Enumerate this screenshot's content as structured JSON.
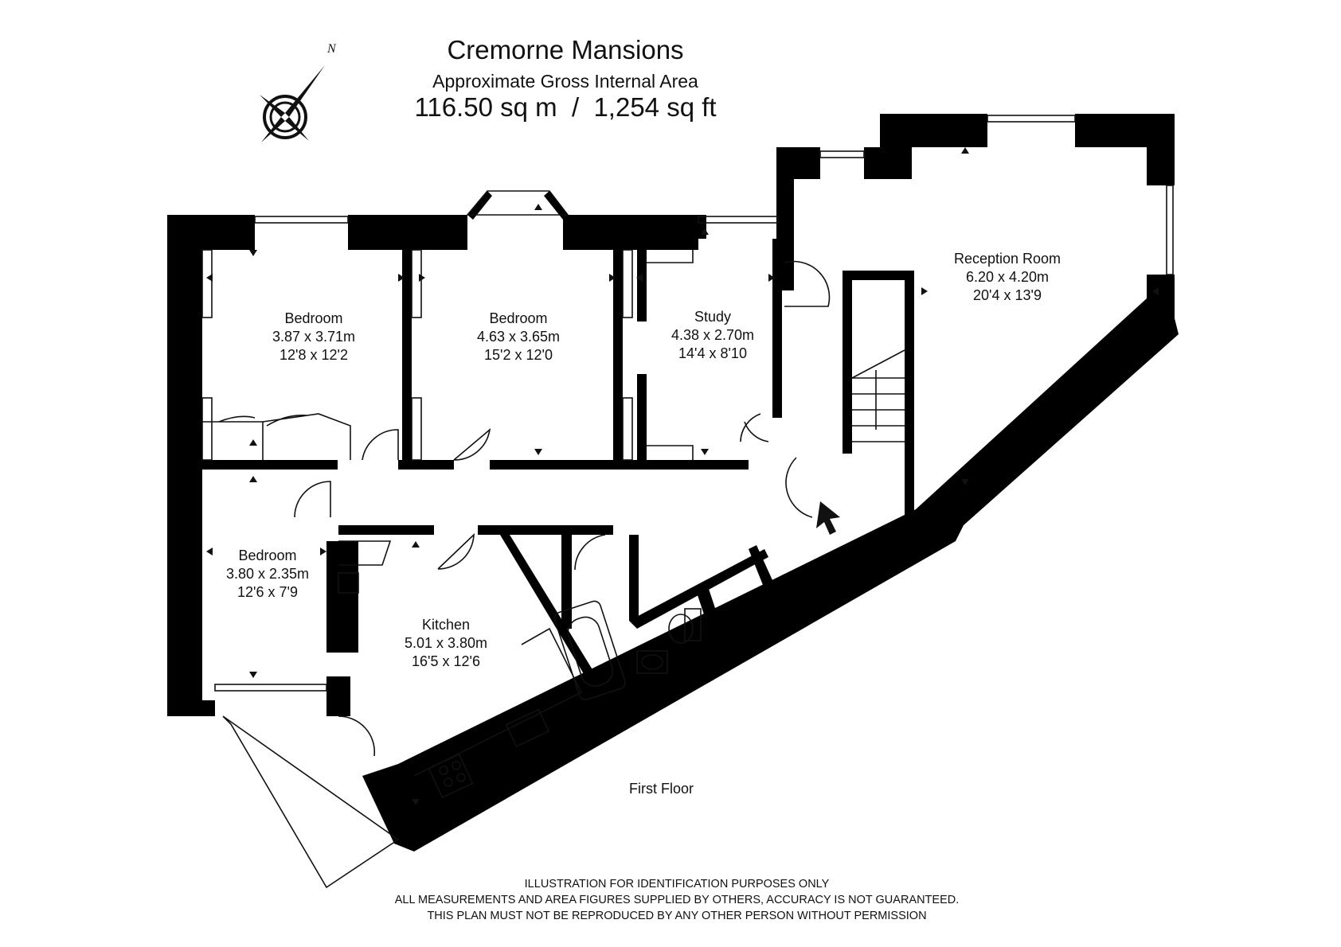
{
  "header": {
    "title": "Cremorne Mansions",
    "subtitle": "Approximate Gross Internal Area",
    "area": "116.50 sq m  /  1,254 sq ft"
  },
  "compass": {
    "letter": "N"
  },
  "rooms": {
    "bedroom1": {
      "name": "Bedroom",
      "metric": "3.87 x 3.71m",
      "imperial": "12'8 x 12'2"
    },
    "bedroom2": {
      "name": "Bedroom",
      "metric": "4.63 x 3.65m",
      "imperial": "15'2 x 12'0"
    },
    "study": {
      "name": "Study",
      "metric": "4.38 x 2.70m",
      "imperial": "14'4 x 8'10"
    },
    "reception": {
      "name": "Reception Room",
      "metric": "6.20 x 4.20m",
      "imperial": "20'4 x 13'9"
    },
    "bedroom3": {
      "name": "Bedroom",
      "metric": "3.80 x 2.35m",
      "imperial": "12'6 x 7'9"
    },
    "kitchen": {
      "name": "Kitchen",
      "metric": "5.01 x 3.80m",
      "imperial": "16'5 x 12'6"
    }
  },
  "floor_label": "First Floor",
  "disclaimer": [
    "ILLUSTRATION FOR IDENTIFICATION PURPOSES ONLY",
    "ALL MEASUREMENTS AND AREA FIGURES SUPPLIED BY OTHERS, ACCURACY IS NOT GUARANTEED.",
    "THIS PLAN MUST NOT BE REPRODUCED BY ANY OTHER PERSON WITHOUT PERMISSION"
  ]
}
